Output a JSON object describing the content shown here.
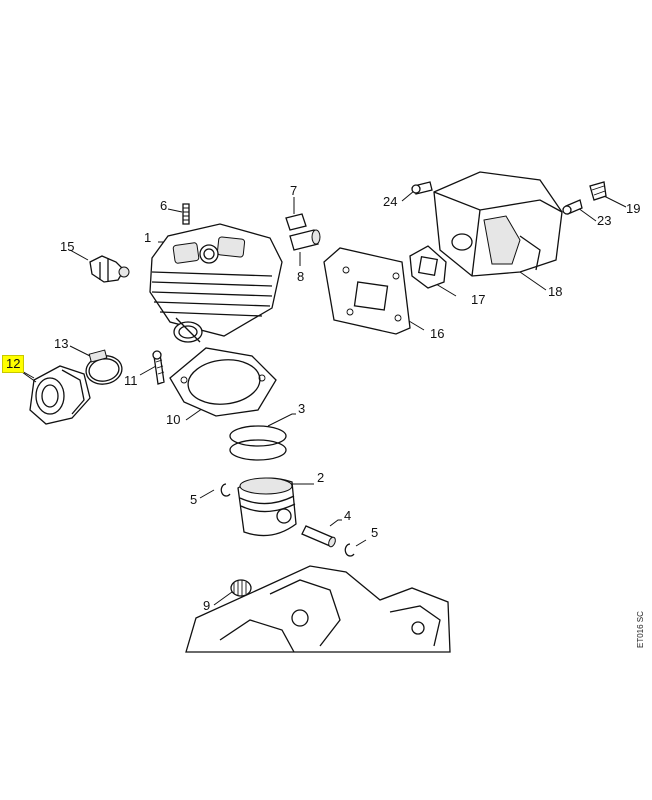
{
  "diagram": {
    "source_code": "ET016 SC",
    "highlight_color": "#ffff00",
    "highlighted_part": "12",
    "parts": [
      {
        "id": "cylinder",
        "label": "1"
      },
      {
        "id": "piston",
        "label": "2"
      },
      {
        "id": "piston-rings",
        "label": "3"
      },
      {
        "id": "piston-pin",
        "label": "4"
      },
      {
        "id": "circlip-left",
        "label": "5"
      },
      {
        "id": "circlip-right",
        "label": "5"
      },
      {
        "id": "stud",
        "label": "6"
      },
      {
        "id": "decompression-valve",
        "label": "7"
      },
      {
        "id": "valve-sleeve",
        "label": "8"
      },
      {
        "id": "needle-cage",
        "label": "9"
      },
      {
        "id": "cylinder-gasket",
        "label": "10"
      },
      {
        "id": "cylinder-screw",
        "label": "11"
      },
      {
        "id": "intake-manifold",
        "label": "12"
      },
      {
        "id": "hose-clamp",
        "label": "13"
      },
      {
        "id": "spark-plug",
        "label": "15"
      },
      {
        "id": "muffler-gasket",
        "label": "16"
      },
      {
        "id": "exhaust-gasket",
        "label": "17"
      },
      {
        "id": "muffler",
        "label": "18"
      },
      {
        "id": "muffler-fastener",
        "label": "19"
      },
      {
        "id": "muffler-screw-top",
        "label": "24"
      },
      {
        "id": "muffler-screw-side",
        "label": "23"
      }
    ]
  }
}
